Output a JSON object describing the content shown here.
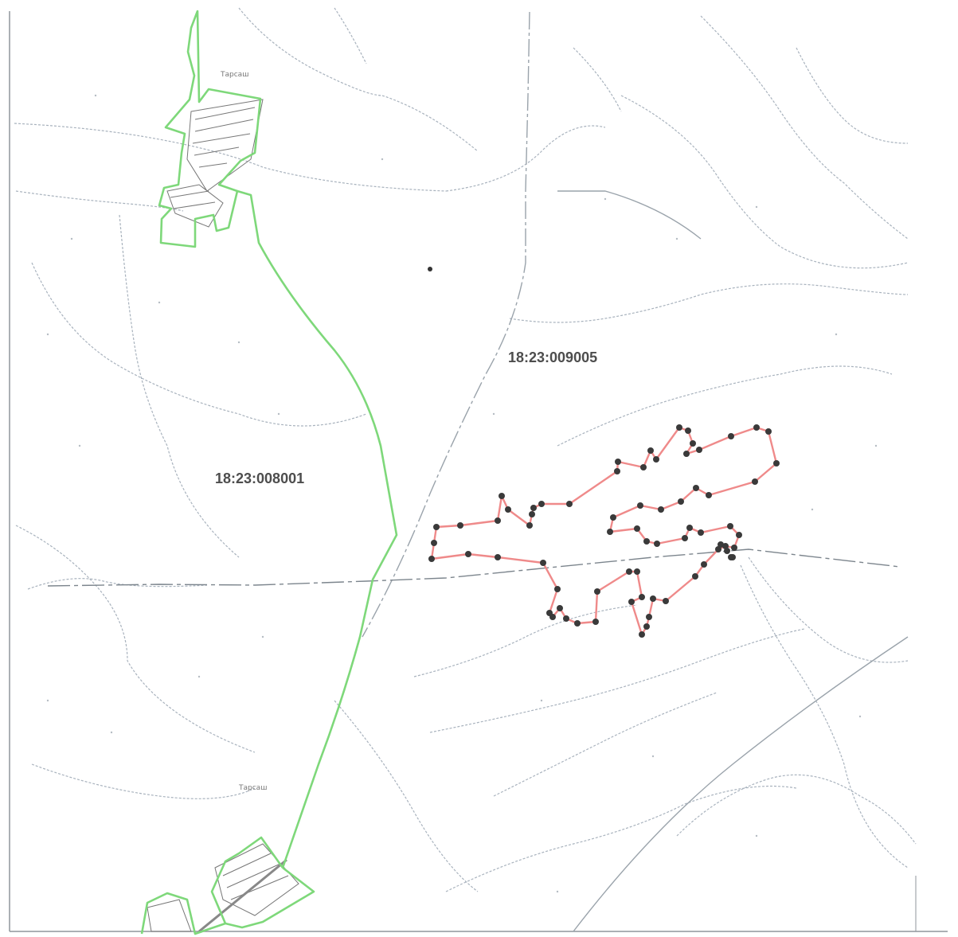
{
  "map": {
    "cadastral_labels": [
      {
        "id": "quarter-west",
        "text": "18:23:008001"
      },
      {
        "id": "quarter-east",
        "text": "18:23:009005"
      }
    ],
    "village_labels": [
      {
        "id": "village-north",
        "text": "Тарсаш"
      },
      {
        "id": "village-south",
        "text": "Тарсаш"
      }
    ],
    "colors": {
      "settlement_boundary": "#7ed87a",
      "plot_boundary": "#ef8a8a",
      "vertex": "#3a3a3a",
      "topo_lines": "#a8b2bd",
      "quarter_lines": "#9aa3ab"
    }
  }
}
